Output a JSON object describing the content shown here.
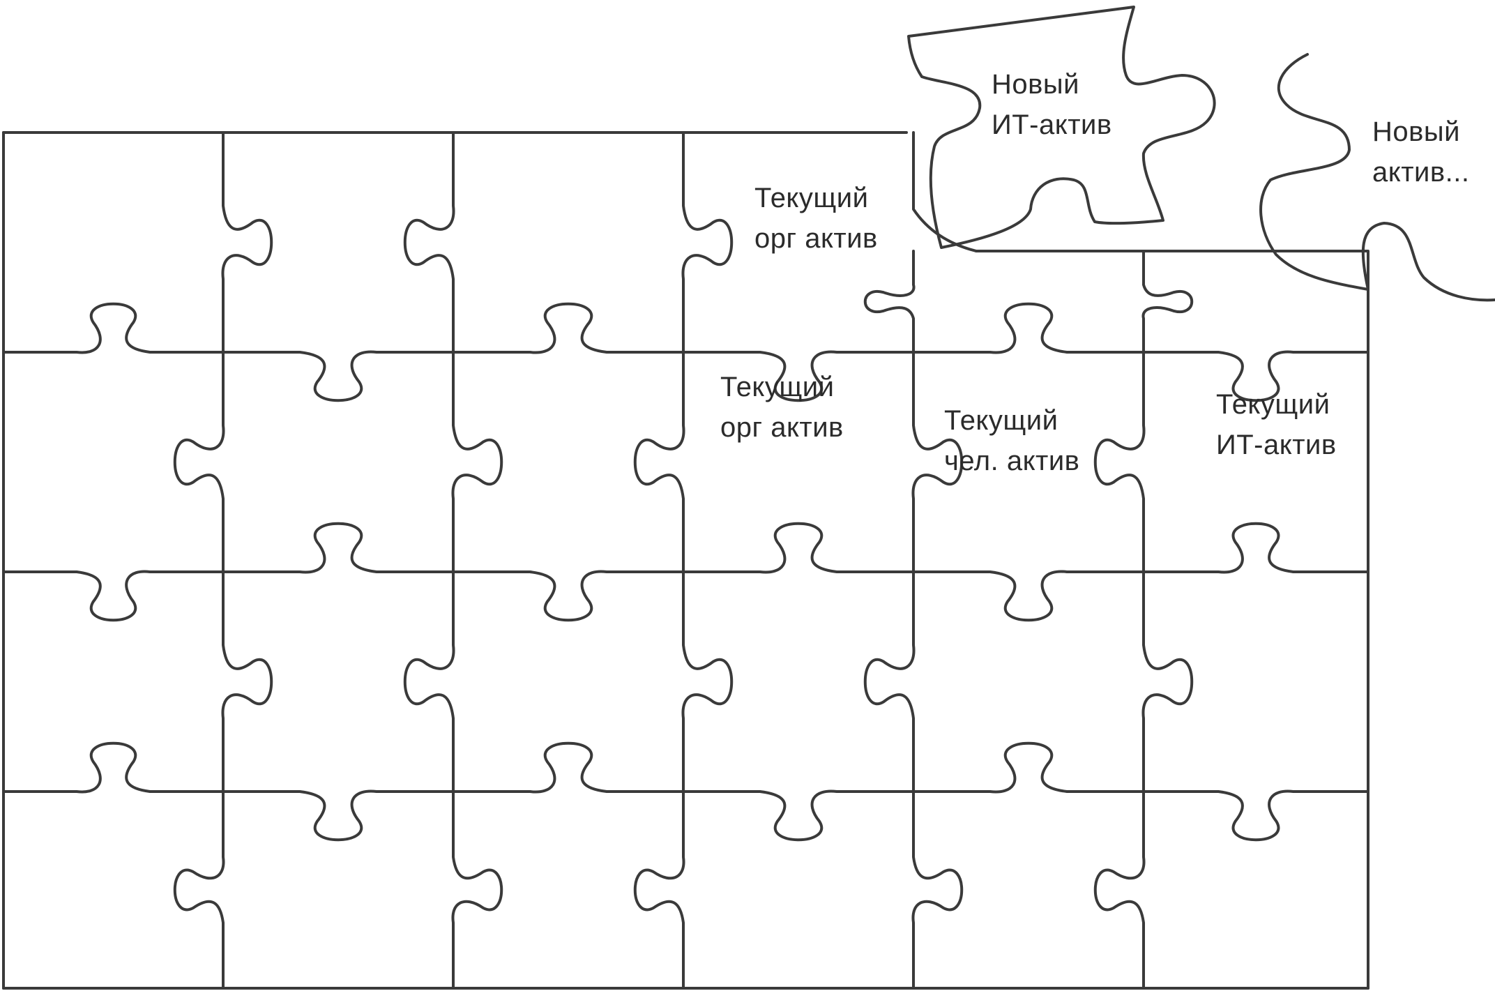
{
  "pieces": [
    {
      "line1": "Новый",
      "line2": "ИТ-актив"
    },
    {
      "line1": "Новый",
      "line2": "актив..."
    },
    {
      "line1": "Текущий",
      "line2": "орг актив"
    },
    {
      "line1": "Текущий",
      "line2": "орг актив"
    },
    {
      "line1": "Текущий",
      "line2": "чел. актив"
    },
    {
      "line1": "Текущий",
      "line2": "ИТ-актив"
    }
  ],
  "colors": {
    "stroke": "#3a3a3a",
    "text": "#2b2b2b",
    "background": "#ffffff"
  }
}
